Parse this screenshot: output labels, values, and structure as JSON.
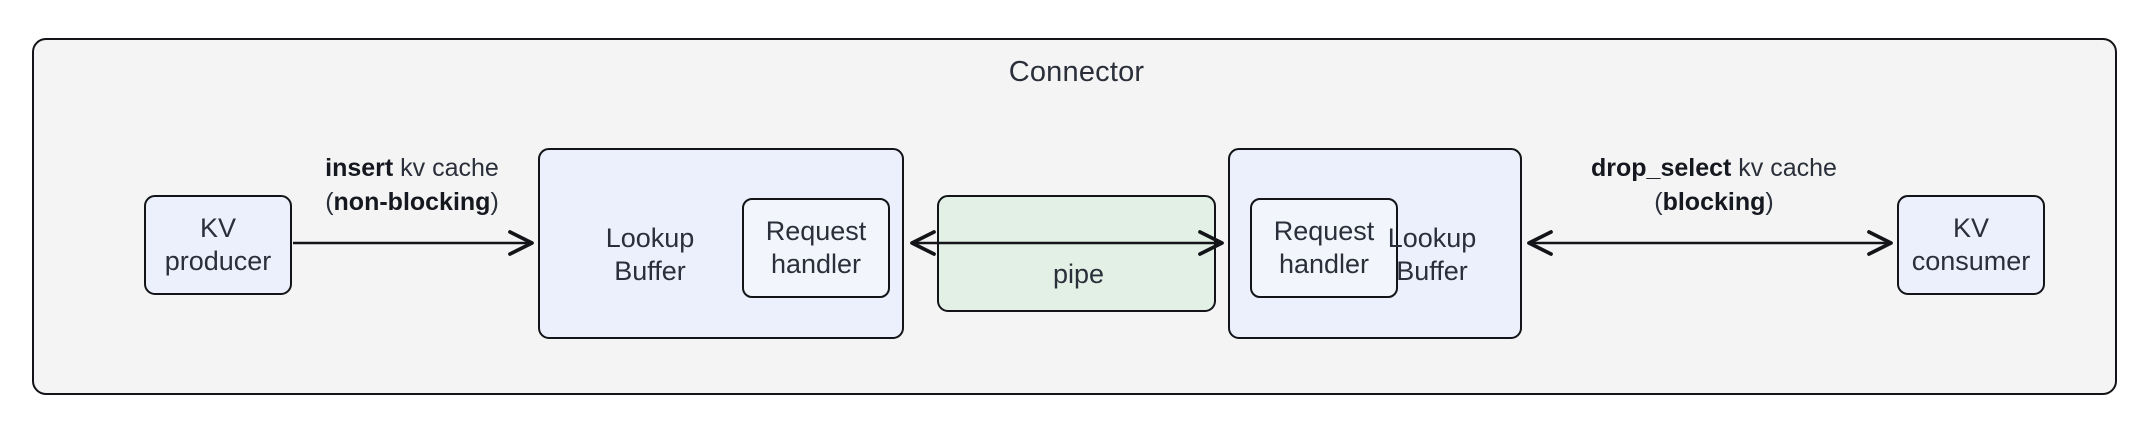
{
  "diagram": {
    "title": "Connector",
    "colors": {
      "container_fill": "#f4f4f4",
      "node_fill": "#eceffc",
      "pipe_fill": "#e2f0e6",
      "stroke": "#121418",
      "text": "#2a2f3a"
    },
    "nodes": {
      "kv_producer": "KV\nproducer",
      "kv_consumer": "KV\nconsumer",
      "buffer_left_label": "Lookup\nBuffer",
      "buffer_right_label": "Lookup\nBuffer",
      "handler_left_label": "Request\nhandler",
      "handler_right_label": "Request\nhandler",
      "pipe_label": "pipe"
    },
    "edges": {
      "insert": {
        "op": "insert",
        "object": " kv cache",
        "mode_open": "(",
        "mode": "non-blocking",
        "mode_close": ")",
        "direction": "right"
      },
      "drop_select": {
        "op": "drop_select",
        "object": " kv cache",
        "mode_open": "(",
        "mode": "blocking",
        "mode_close": ")",
        "direction": "bidirectional"
      },
      "pipe_edge": {
        "direction": "bidirectional"
      }
    }
  }
}
